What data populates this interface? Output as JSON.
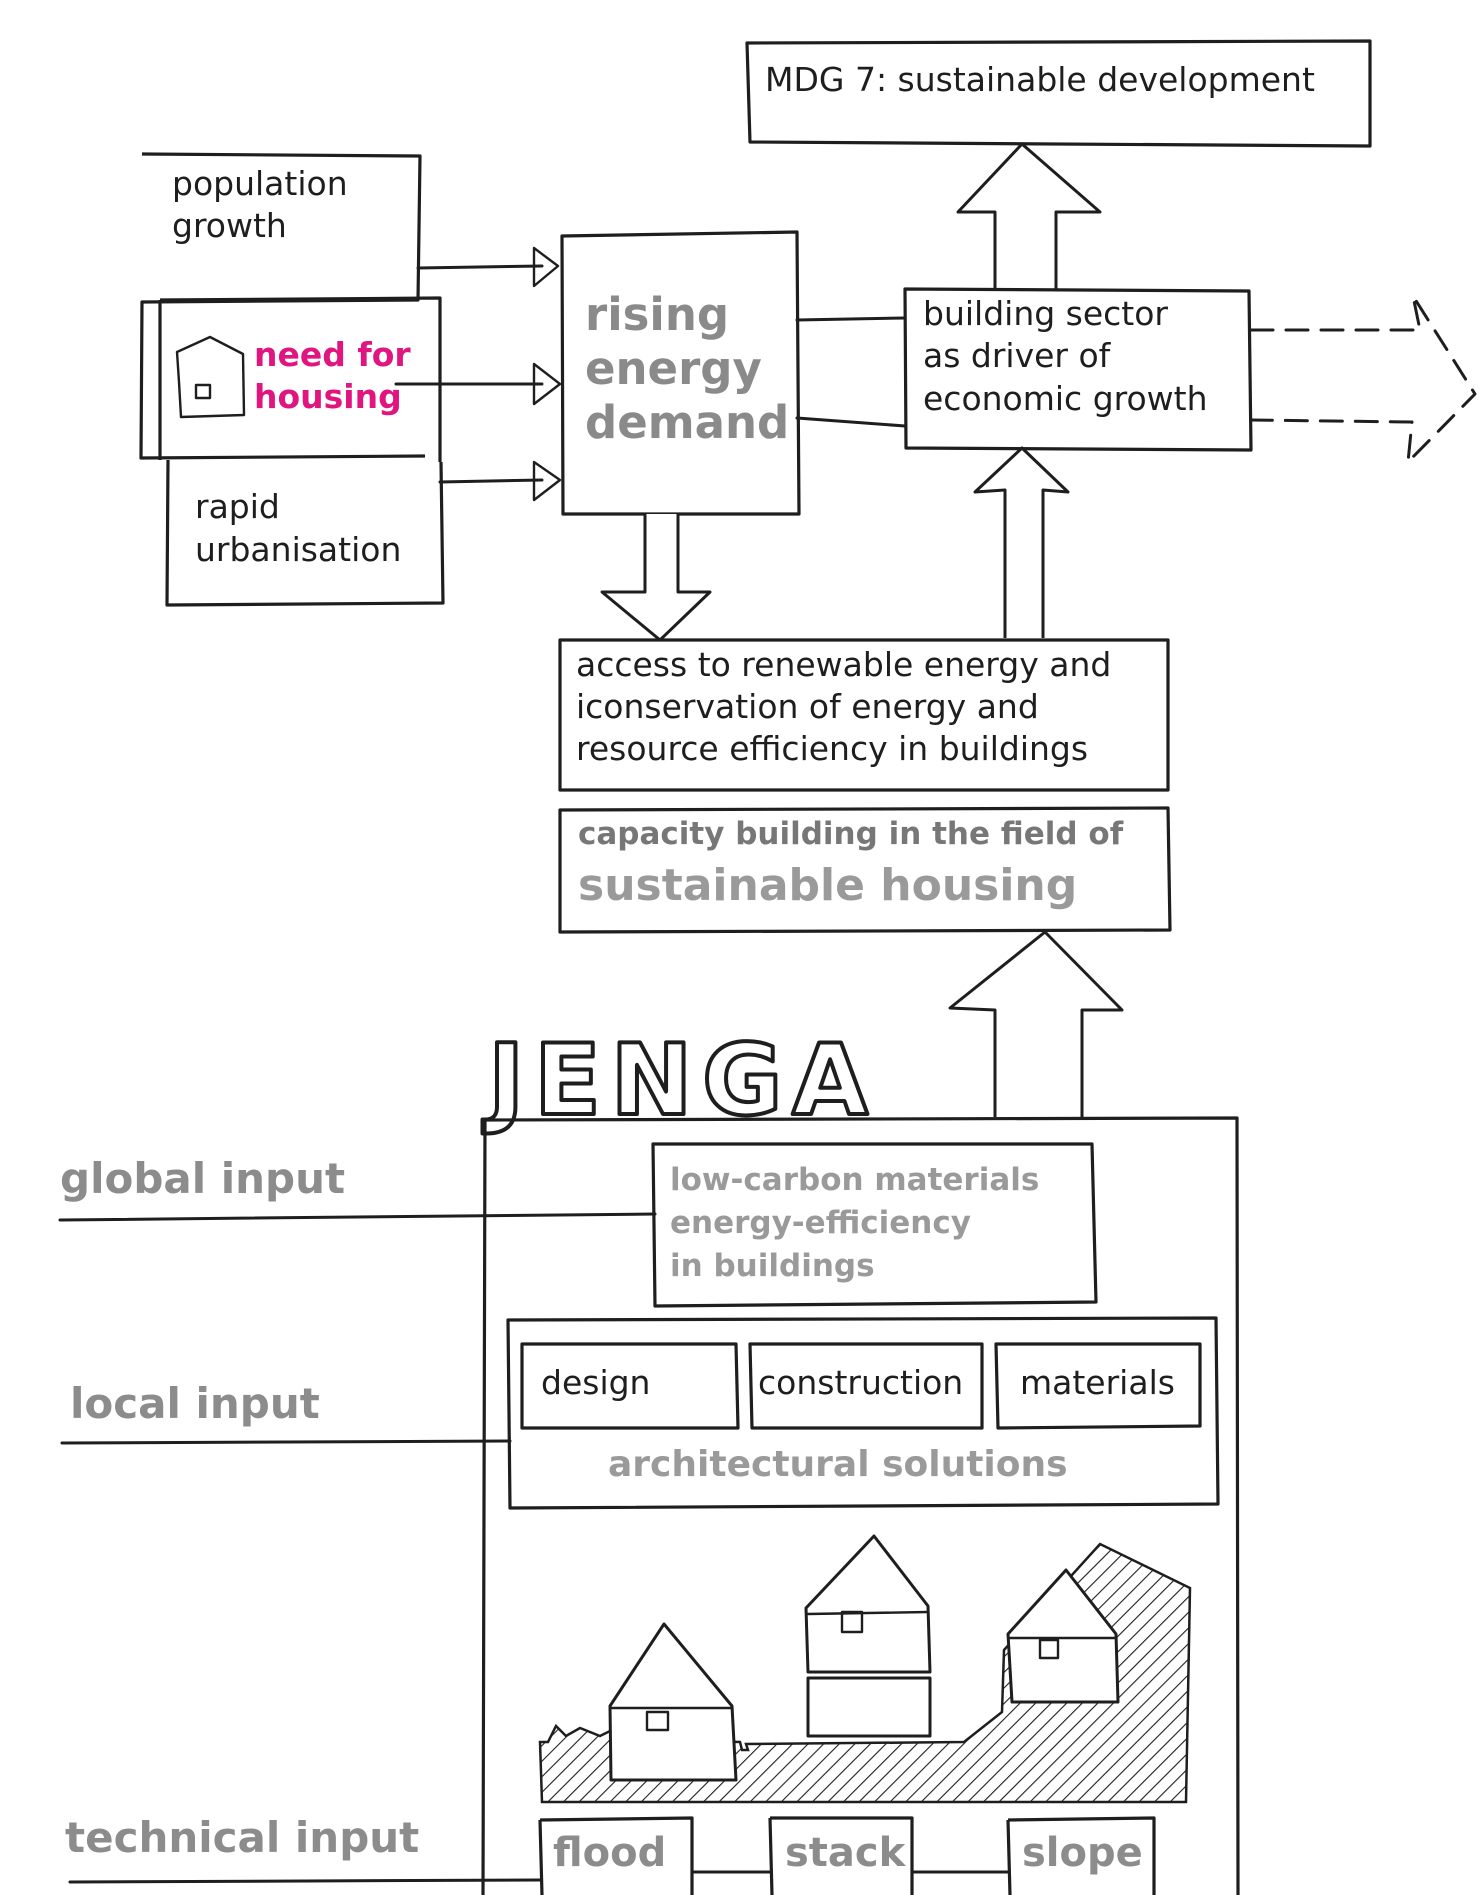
{
  "mdg": {
    "label": "MDG 7: sustainable development"
  },
  "drivers": {
    "population": [
      "population",
      "growth"
    ],
    "housing": [
      "need for",
      "housing"
    ],
    "urbanisation": [
      "rapid",
      "urbanisation"
    ]
  },
  "energy_demand": [
    "rising",
    "energy",
    "demand"
  ],
  "building_sector": [
    "building sector",
    "as driver of",
    "economic growth"
  ],
  "access": [
    "access to renewable energy and",
    "iconservation of energy and",
    "resource efficiency in buildings"
  ],
  "capacity": {
    "line1": "capacity building in the field of",
    "line2": "sustainable housing"
  },
  "jenga": {
    "title": "JENGA"
  },
  "global_block": [
    "low-carbon materials",
    "energy-efficiency",
    "in buildings"
  ],
  "local_block": {
    "items": [
      "design",
      "construction",
      "materials"
    ],
    "footer": "architectural solutions"
  },
  "inputs": {
    "global": "global input",
    "local": "local input",
    "technical": "technical input"
  },
  "technical_items": [
    "flood",
    "stack",
    "slope"
  ],
  "colors": {
    "line": "#1e1e1e",
    "highlight": "#e0157f",
    "grey_text": "#8c8c8c"
  }
}
